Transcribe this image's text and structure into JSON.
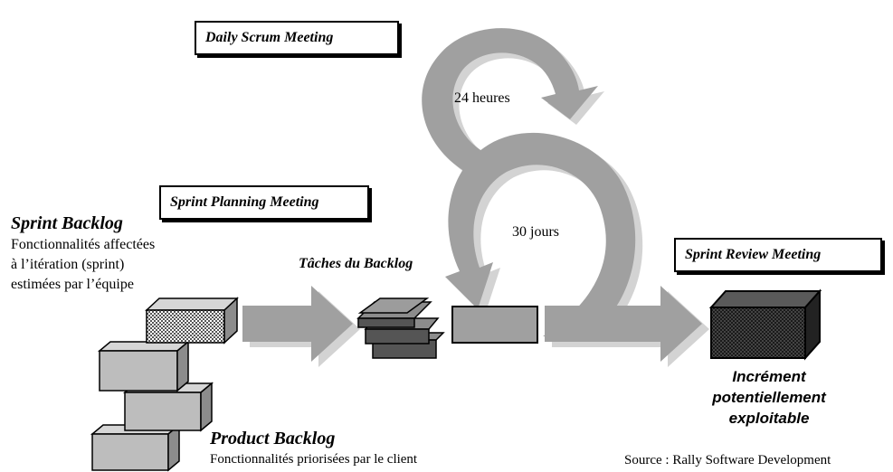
{
  "meetings": {
    "daily_scrum": "Daily Scrum Meeting",
    "sprint_planning": "Sprint Planning Meeting",
    "sprint_review": "Sprint Review Meeting"
  },
  "cycles": {
    "daily": "24 heures",
    "sprint": "30 jours"
  },
  "sprint_backlog": {
    "title": "Sprint Backlog",
    "lines": [
      "Fonctionnalités affectées",
      "à l’itération (sprint)",
      "estimées par l’équipe"
    ]
  },
  "tasks_label": "Tâches du Backlog",
  "product_backlog": {
    "title": "Product Backlog",
    "subtitle": "Fonctionnalités priorisées par le client"
  },
  "increment": {
    "lines": [
      "Incrément",
      "potentiellement",
      "exploitable"
    ]
  },
  "source": "Source : Rally Software Development",
  "colors": {
    "arrow_fill": "#a0a0a0",
    "arrow_shadow": "#d3d3d3",
    "box_face": "#bdbdbd",
    "box_side": "#8c8c8c",
    "increment_face": "#2e2e2e"
  }
}
